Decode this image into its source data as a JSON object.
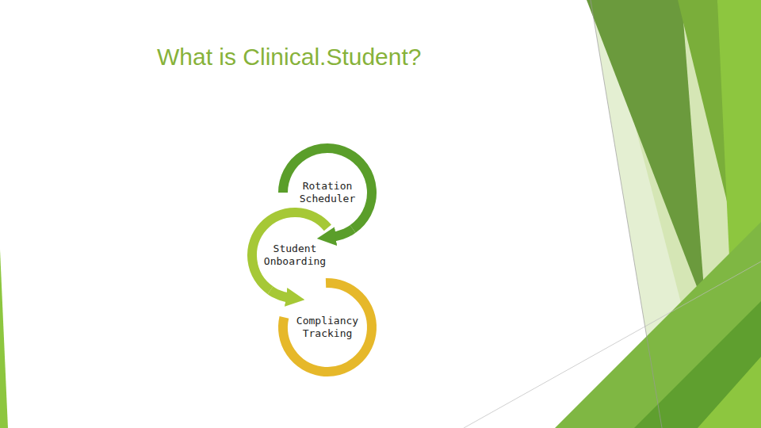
{
  "diagram": {
    "title": "What is Clinical.Student?",
    "nodes": [
      {
        "text": [
          "Rotation Scheduler"
        ]
      },
      {
        "text": [
          "Student Onboarding"
        ]
      },
      {
        "text": [
          "Compliancy Tracking"
        ]
      }
    ],
    "edges": [
      {
        "from": 0,
        "to": 1,
        "arrow": "to"
      },
      {
        "from": 1,
        "to": 2,
        "arrow": "to"
      }
    ]
  }
}
